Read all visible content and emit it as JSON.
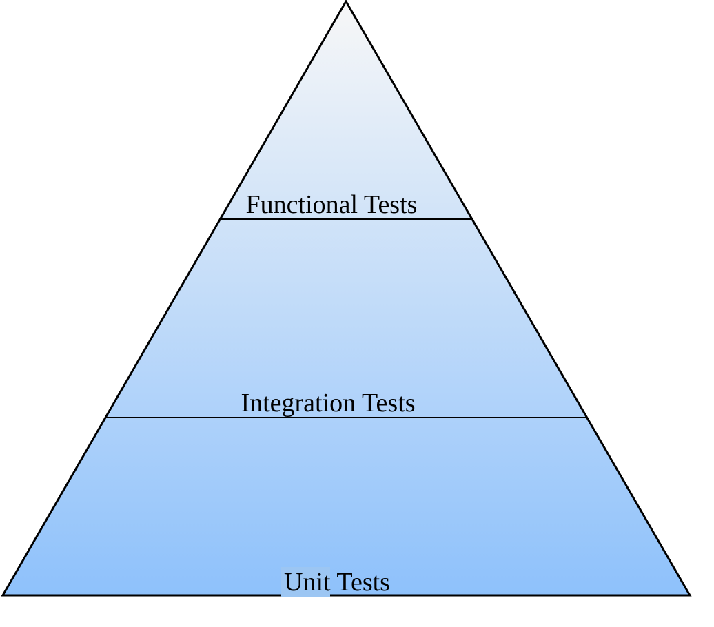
{
  "diagram": {
    "layers": [
      {
        "label": "Functional Tests"
      },
      {
        "label": "Integration Tests"
      },
      {
        "label": "Unit Tests"
      }
    ],
    "colors": {
      "gradient_top": "#f7f7f7",
      "gradient_bottom": "#8ec1fb",
      "outline": "#000000",
      "text_highlight": "#9cc6f3"
    }
  }
}
